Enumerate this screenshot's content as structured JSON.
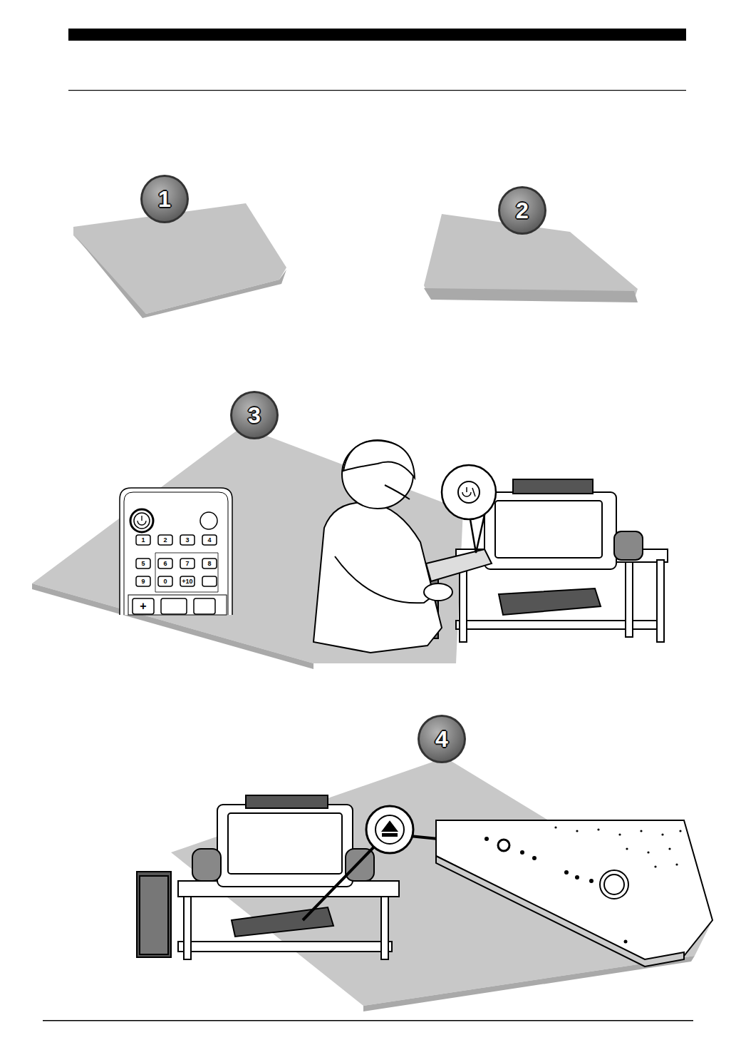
{
  "diagram": {
    "labels": [
      "1",
      "2",
      "3",
      "4",
      "1",
      "2",
      "3",
      "4",
      "5",
      "6",
      "7",
      "8",
      "9",
      "0",
      "+10",
      "+"
    ]
  }
}
